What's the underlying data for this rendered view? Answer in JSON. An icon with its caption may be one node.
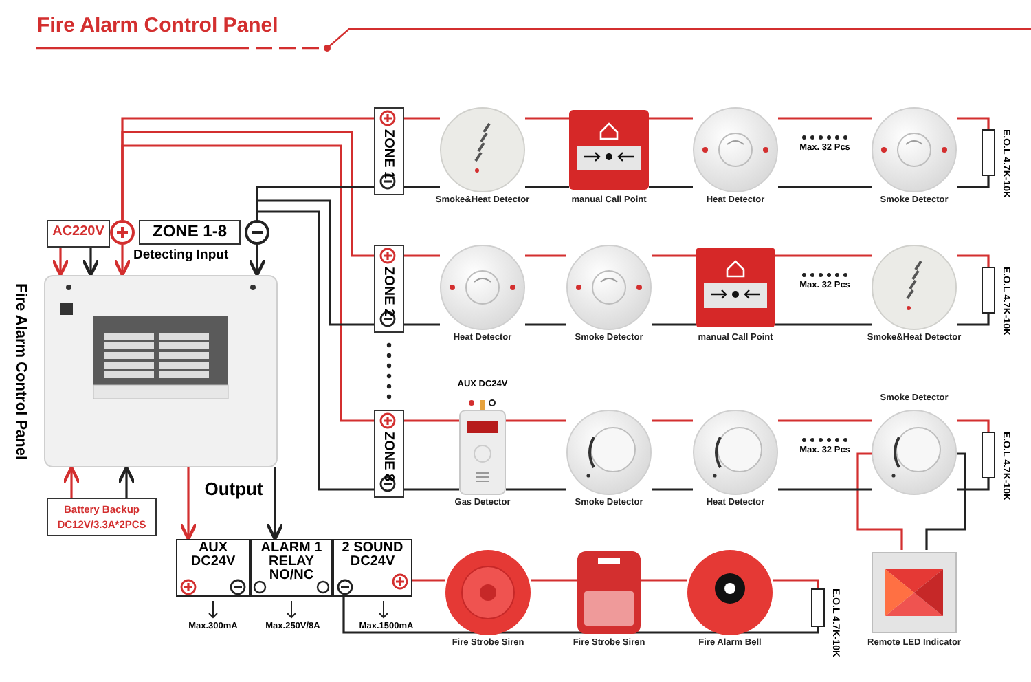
{
  "diagram": {
    "title": "Fire Alarm Control Panel",
    "nodes": [
      {
        "text": [
          "Fire Alarm Control Panel"
        ]
      },
      {
        "text": [
          "AC220V"
        ]
      },
      {
        "text": [],
        "shape": "circle"
      },
      {
        "text": [
          "ZONE 1-8"
        ],
        "beside": [
          "Detecting Input"
        ]
      },
      {
        "text": [],
        "shape": "circle"
      },
      {
        "text": [
          "Battery Backup DC12V/3.3A*2PCS"
        ]
      },
      {
        "text": [
          "AUX DC24V"
        ]
      },
      {
        "text": [
          "ALARM 1 RELAY NO/NC"
        ]
      },
      {
        "text": [
          "2 SOUND DC24V"
        ]
      },
      {
        "text": [
          "ZONE 1"
        ]
      },
      {
        "text": [
          "ZONE 2"
        ]
      },
      {
        "text": [
          "ZONE 8"
        ]
      },
      {
        "text": [
          "Smoke&Heat Detector"
        ]
      },
      {
        "text": [
          "manual Call Point"
        ]
      },
      {
        "text": [
          "Heat Detector"
        ]
      },
      {
        "text": [
          "Smoke Detector"
        ]
      },
      {
        "text": [
          "E.O.L 4.7K-10K"
        ]
      },
      {
        "text": [
          "Heat Detector"
        ]
      },
      {
        "text": [
          "Smoke Detector"
        ]
      },
      {
        "text": [
          "manual Call Point"
        ]
      },
      {
        "text": [
          "Smoke&Heat Detector"
        ]
      },
      {
        "text": [
          "E.O.L 4.7K-10K"
        ]
      },
      {
        "text": [
          "Gas Detector"
        ],
        "beside": [
          "AUX DC24V"
        ]
      },
      {
        "text": [
          "Smoke Detector"
        ]
      },
      {
        "text": [
          "Heat Detector"
        ]
      },
      {
        "text": [
          "Smoke Detector"
        ]
      },
      {
        "text": [
          "E.O.L 4.7K-10K"
        ]
      },
      {
        "text": [
          "Remote LED Indicator"
        ]
      },
      {
        "text": [
          "Fire Strobe Siren"
        ]
      },
      {
        "text": [
          "Fire Strobe Siren"
        ]
      },
      {
        "text": [
          "Fire Alarm Bell"
        ]
      },
      {
        "text": [
          "E.O.L 4.7K-10K"
        ]
      }
    ],
    "edges": [
      {
        "from": 1,
        "to": 0,
        "arrow": "to"
      },
      {
        "from": 1,
        "to": 0,
        "arrow": "to",
        "color": "#222222"
      },
      {
        "from": 2,
        "to": 0,
        "arrow": "to"
      },
      {
        "from": 4,
        "to": 0,
        "arrow": "to",
        "color": "#222222"
      },
      {
        "from": 5,
        "to": 0,
        "arrow": "to"
      },
      {
        "from": 5,
        "to": 0,
        "arrow": "to",
        "color": "#222222"
      },
      {
        "from": 0,
        "to": 6,
        "arrow": "to"
      },
      {
        "from": 0,
        "to": 7,
        "arrow": "to",
        "color": "#222222"
      },
      {
        "from": 2,
        "to": 9,
        "arrow": "none"
      },
      {
        "from": 2,
        "to": 10,
        "arrow": "none"
      },
      {
        "from": 2,
        "to": 11,
        "arrow": "none"
      },
      {
        "from": 4,
        "to": 9,
        "arrow": "none",
        "color": "#222222"
      },
      {
        "from": 4,
        "to": 10,
        "arrow": "none",
        "color": "#222222"
      },
      {
        "from": 4,
        "to": 11,
        "arrow": "none",
        "color": "#222222"
      },
      {
        "from": 9,
        "to": 12,
        "arrow": "none"
      },
      {
        "from": 12,
        "to": 13,
        "arrow": "none"
      },
      {
        "from": 13,
        "to": 14,
        "arrow": "none"
      },
      {
        "from": 14,
        "to": 15,
        "arrow": "none"
      },
      {
        "from": 15,
        "to": 16,
        "arrow": "none"
      },
      {
        "from": 10,
        "to": 17,
        "arrow": "none"
      },
      {
        "from": 17,
        "to": 18,
        "arrow": "none"
      },
      {
        "from": 18,
        "to": 19,
        "arrow": "none"
      },
      {
        "from": 19,
        "to": 20,
        "arrow": "none"
      },
      {
        "from": 20,
        "to": 21,
        "arrow": "none"
      },
      {
        "from": 11,
        "to": 22,
        "arrow": "none"
      },
      {
        "from": 22,
        "to": 23,
        "arrow": "none"
      },
      {
        "from": 23,
        "to": 24,
        "arrow": "none"
      },
      {
        "from": 24,
        "to": 25,
        "arrow": "none"
      },
      {
        "from": 25,
        "to": 26,
        "arrow": "none"
      },
      {
        "from": 25,
        "to": 27,
        "arrow": "none"
      },
      {
        "from": 25,
        "to": 27,
        "arrow": "none",
        "color": "#222222"
      },
      {
        "from": 8,
        "to": 28,
        "arrow": "none"
      },
      {
        "from": 28,
        "to": 29,
        "arrow": "none"
      },
      {
        "from": 29,
        "to": 30,
        "arrow": "none"
      },
      {
        "from": 30,
        "to": 31,
        "arrow": "none"
      },
      {
        "from": 9,
        "to": 12,
        "arrow": "none",
        "color": "#222222"
      },
      {
        "from": 12,
        "to": 13,
        "arrow": "none",
        "color": "#222222"
      },
      {
        "from": 13,
        "to": 14,
        "arrow": "none",
        "color": "#222222"
      },
      {
        "from": 14,
        "to": 15,
        "arrow": "none",
        "color": "#222222"
      },
      {
        "from": 15,
        "to": 16,
        "arrow": "none",
        "color": "#222222"
      },
      {
        "from": 10,
        "to": 17,
        "arrow": "none",
        "color": "#222222"
      },
      {
        "from": 17,
        "to": 18,
        "arrow": "none",
        "color": "#222222"
      },
      {
        "from": 18,
        "to": 19,
        "arrow": "none",
        "color": "#222222"
      },
      {
        "from": 19,
        "to": 20,
        "arrow": "none",
        "color": "#222222"
      },
      {
        "from": 20,
        "to": 21,
        "arrow": "none",
        "color": "#222222"
      },
      {
        "from": 11,
        "to": 22,
        "arrow": "none",
        "color": "#222222"
      },
      {
        "from": 22,
        "to": 23,
        "arrow": "none",
        "color": "#222222"
      },
      {
        "from": 23,
        "to": 24,
        "arrow": "none",
        "color": "#222222"
      },
      {
        "from": 24,
        "to": 25,
        "arrow": "none",
        "color": "#222222"
      },
      {
        "from": 25,
        "to": 26,
        "arrow": "none",
        "color": "#222222"
      },
      {
        "from": 8,
        "to": 31,
        "arrow": "none",
        "color": "#222222"
      }
    ],
    "labels": [
      "Max. 32 Pcs",
      "Max. 32 Pcs",
      "Output",
      "Max. 32 Pcs",
      "Max.300mA",
      "Max.250V/8A",
      "Max.1500mA"
    ]
  }
}
